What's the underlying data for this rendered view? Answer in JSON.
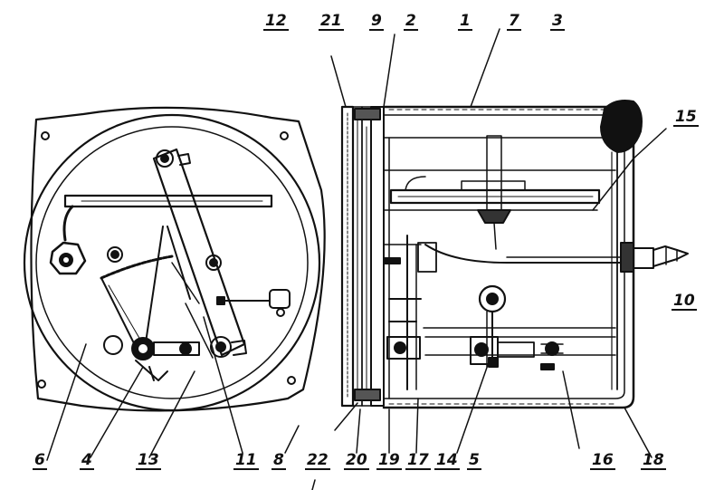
{
  "labels": {
    "l12": "12",
    "l21": "21",
    "l9": "9",
    "l2": "2",
    "l1": "1",
    "l7": "7",
    "l3": "3",
    "l15": "15",
    "l10": "10",
    "l6": "6",
    "l4": "4",
    "l13": "13",
    "l11": "11",
    "l8": "8",
    "l22": "22",
    "l20": "20",
    "l19": "19",
    "l17": "17",
    "l14": "14",
    "l5": "5",
    "l16": "16",
    "l18": "18"
  },
  "colors": {
    "ink": "#111111",
    "paper": "#ffffff"
  }
}
